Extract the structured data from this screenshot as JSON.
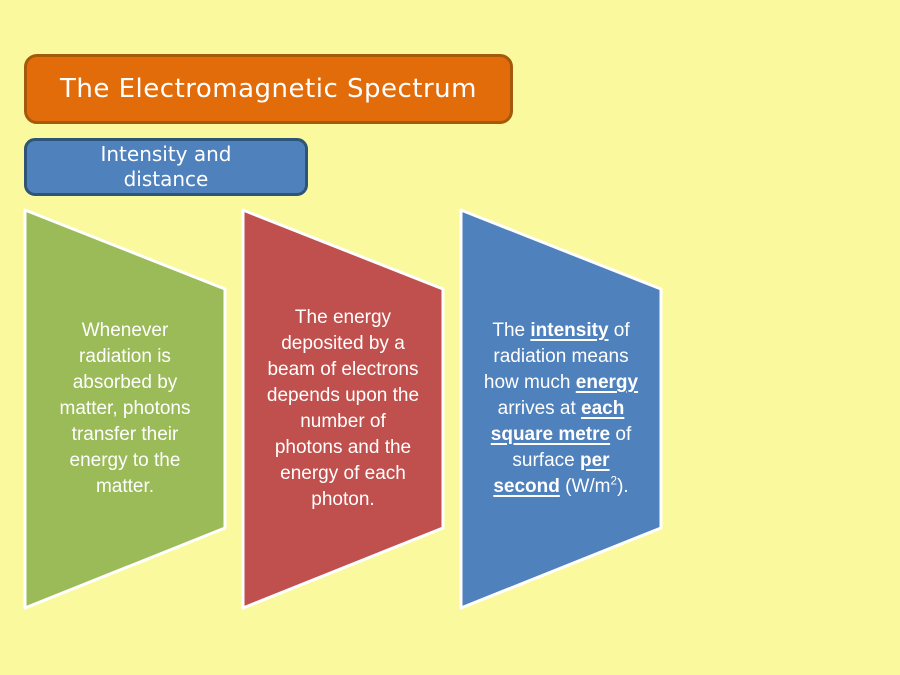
{
  "slide": {
    "background_color": "#FBF99D",
    "title_banner": {
      "label": "The Electromagnetic Spectrum",
      "fill": "#E36C0A",
      "border_color": "#A4590B",
      "text_color": "#FFFFFF"
    },
    "subtitle_banner": {
      "lines": [
        [
          {
            "t": "Intensity and"
          }
        ],
        [
          {
            "t": "distance"
          }
        ]
      ],
      "fill": "#4F81BD",
      "border_color": "#2E5578",
      "text_color": "#FFFFFF"
    },
    "cards": [
      {
        "id": "absorbed-energy",
        "fill": "#9BBB59",
        "border_color": "#FFFFFF",
        "text_color": "#FFFFFF",
        "lines": [
          [
            {
              "t": "Whenever"
            }
          ],
          [
            {
              "t": "radiation is"
            }
          ],
          [
            {
              "t": "absorbed by"
            }
          ],
          [
            {
              "t": "matter, photons"
            }
          ],
          [
            {
              "t": "transfer their"
            }
          ],
          [
            {
              "t": "energy to the"
            }
          ],
          [
            {
              "t": "matter."
            }
          ]
        ]
      },
      {
        "id": "electron-beam-energy",
        "fill": "#C0504D",
        "border_color": "#FFFFFF",
        "text_color": "#FFFFFF",
        "lines": [
          [
            {
              "t": "The energy"
            }
          ],
          [
            {
              "t": "deposited by a"
            }
          ],
          [
            {
              "t": "beam of electrons"
            }
          ],
          [
            {
              "t": "depends upon the"
            }
          ],
          [
            {
              "t": "number of"
            }
          ],
          [
            {
              "t": "photons and the"
            }
          ],
          [
            {
              "t": "energy of each"
            }
          ],
          [
            {
              "t": "photon."
            }
          ]
        ]
      },
      {
        "id": "intensity-definition",
        "fill": "#4F81BD",
        "border_color": "#FFFFFF",
        "text_color": "#FFFFFF",
        "lines": [
          [
            {
              "t": "The "
            },
            {
              "t": "intensity",
              "u": true
            },
            {
              "t": " of"
            }
          ],
          [
            {
              "t": "radiation means"
            }
          ],
          [
            {
              "t": "how much "
            },
            {
              "t": "energy",
              "u": true
            }
          ],
          [
            {
              "t": "arrives at "
            },
            {
              "t": "each",
              "u": true
            }
          ],
          [
            {
              "t": "square metre",
              "u": true
            },
            {
              "t": " of"
            }
          ],
          [
            {
              "t": "surface "
            },
            {
              "t": "per",
              "u": true
            }
          ],
          [
            {
              "t": "second",
              "u": true
            },
            {
              "t": " (W/m"
            },
            {
              "t": "2",
              "sup": true
            },
            {
              "t": ")."
            }
          ]
        ]
      }
    ]
  }
}
